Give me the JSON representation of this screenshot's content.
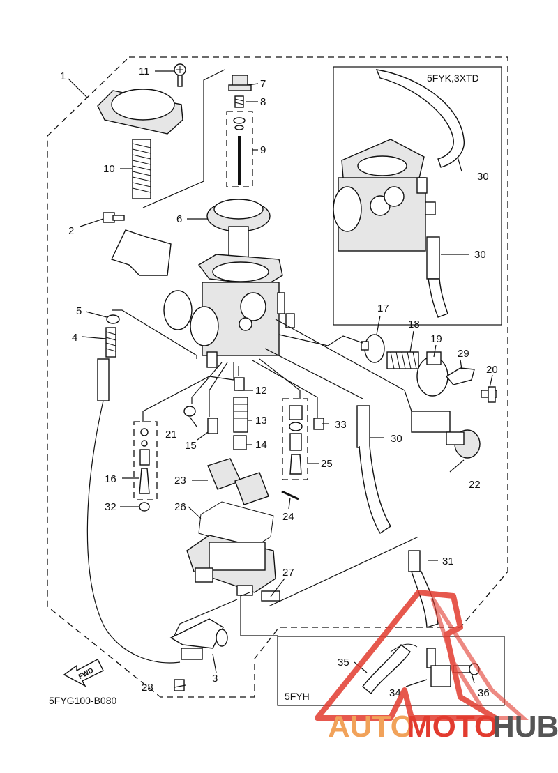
{
  "diagram_code": "5FYG100-B080",
  "fwd_label": "FWD",
  "inset_top_label": "5FYK,3XTD",
  "inset_bottom_label": "5FYH",
  "watermark": {
    "part1": "AUTO",
    "part2": "MOTO",
    "part3": "HUB"
  },
  "callouts": {
    "c1": "1",
    "c2": "2",
    "c3": "3",
    "c4": "4",
    "c5": "5",
    "c6": "6",
    "c7": "7",
    "c8": "8",
    "c9": "9",
    "c10": "10",
    "c11": "11",
    "c12": "12",
    "c13": "13",
    "c14": "14",
    "c15": "15",
    "c16": "16",
    "c17": "17",
    "c18": "18",
    "c19": "19",
    "c20": "20",
    "c21": "21",
    "c22": "22",
    "c23": "23",
    "c24": "24",
    "c25": "25",
    "c26": "26",
    "c27": "27",
    "c28": "28",
    "c29": "29",
    "c30a": "30",
    "c30b": "30",
    "c30c": "30",
    "c31": "31",
    "c32": "32",
    "c33": "33",
    "c34": "34",
    "c35": "35",
    "c36": "36"
  },
  "colors": {
    "watermark_red": "#e23b2f",
    "watermark_orange": "#f1a25a",
    "watermark_gray": "#555555"
  }
}
